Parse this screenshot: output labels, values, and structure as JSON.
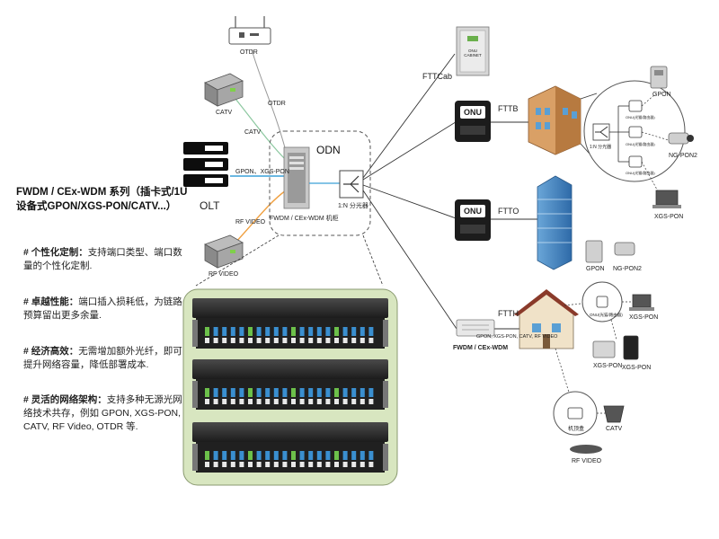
{
  "title": "FWDM / CEx-WDM 系列（插卡式/1U设备式GPON/XGS-PON/CATV...）",
  "features": [
    {
      "head": "# 个性化定制：",
      "body": "支持端口类型、端口数量的个性化定制."
    },
    {
      "head": "# 卓越性能：",
      "body": "端口插入损耗低，为链路预算留出更多余量."
    },
    {
      "head": "# 经济高效：",
      "body": "无需增加额外光纤，即可提升网络容量，降低部署成本."
    },
    {
      "head": "# 灵活的网络架构：",
      "body": "支持多种无源光网络技术共存，例如 GPON, XGS-PON, CATV, RF Video, OTDR 等."
    }
  ],
  "odn": {
    "title": "ODN",
    "wdm_label": "FWDM / CEx-WDM 机柜",
    "splitter_label": "1:N 分光器"
  },
  "sources": {
    "otdr": "OTDR",
    "catv": "CATV",
    "olt": "OLT",
    "rf_video": "RF VIDEO"
  },
  "links": {
    "otdr": "OTDR",
    "catv": "CATV",
    "gpon_xgs": "GPON、XGS-PON",
    "rf_video": "RF VIDEO"
  },
  "branches": {
    "fttcab": "FTTCab",
    "fttb": "FTTB",
    "ftto": "FTTO",
    "ftth": "FTTH"
  },
  "cabinet_text": "ONU CABINET",
  "onu_text": "ONU",
  "fttb_detail": {
    "splitter": "1:N 分光器",
    "onu_label": "ONU(光猫/路由器)",
    "gpon": "GPON",
    "ngpon2": "NG-PON2",
    "xgspon": "XGS-PON"
  },
  "fttx_bottom": {
    "wdm_label": "FWDM / CEx-WDM",
    "link_label": "GPON, XGS-PON, CATV, RF VIDEO",
    "gpon": "GPON",
    "ngpon2": "NG-PON2",
    "onu_label": "ONU(光猫/路由器)",
    "xgspon_a": "XGS-PON",
    "xgspon_b": "XGS-PON",
    "stb": "机顶盒",
    "catv": "CATV",
    "rfvideo": "RF VIDEO"
  },
  "colors": {
    "gpon_link": "#3aa0d8",
    "rf_link": "#f0a040",
    "catv_link": "#8cc8a0",
    "rack_panel": "#d8e6c0"
  }
}
